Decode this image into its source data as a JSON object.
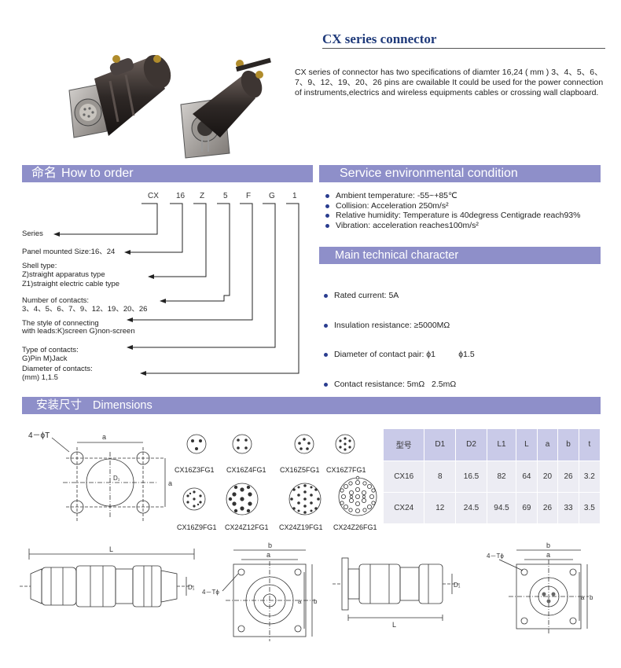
{
  "header": {
    "title": "CX series connector",
    "intro": "CX series of connector has two specifications of diamter 16,24 ( mm ) 3、4、5、6、7、9、12、19、20、26 pins are cwailable  It could be used for the power connection of instruments,electrics and wireless equipments cables or crossing wall clapboard."
  },
  "how_to_order": {
    "band_cn": "命名",
    "band_en": "How to order",
    "code": [
      "CX",
      "16",
      "Z",
      "5",
      "F",
      "G",
      "1"
    ],
    "labels": {
      "series": "Series",
      "panel": "Panel mounted Size:16、24",
      "shell_1": "Shell type:",
      "shell_2": "Z)straight apparatus type",
      "shell_3": "Z1)straight electric cable type",
      "contacts_1": "Number of contacts:",
      "contacts_2": "3、4、5、6、7、9、12、19、20、26",
      "style_1": "The style of connecting",
      "style_2": " with leads:K)screen  G)non-screen",
      "type_1": "Type of contacts:",
      "type_2": " G)Pin  M)Jack",
      "diam_1": "Diameter of contacts:",
      "diam_2": "(mm) 1,1.5"
    }
  },
  "service": {
    "band": "Service environmental condition",
    "items": [
      "Ambient temperature: -55~+85℃",
      "Collision: Acceleration 250m/s²",
      "Relative humidity: Temperature is 40degress Centigrade reach93%",
      "Vibration: acceleration reaches100m/s²"
    ]
  },
  "technical": {
    "band": "Main technical character",
    "items": [
      "Rated current: 5A",
      "Insulation resistance: ≥5000MΩ",
      "Diameter of contact pair: ϕ1          ϕ1.5",
      "Contact resistance: 5mΩ   2.5mΩ"
    ]
  },
  "dimensions": {
    "band_cn": "安装尺寸",
    "band_en": "Dimensions",
    "panel_label": "4－ϕT",
    "label_a": "a",
    "label_d": "D₁",
    "pin_labels_row1": [
      "CX16Z3FG1",
      "CX16Z4FG1",
      "CX16Z5FG1",
      "CX16Z7FG1"
    ],
    "pin_labels_row2": [
      "CX16Z9FG1",
      "CX24Z12FG1",
      "CX24Z19FG1",
      "CX24Z26FG1"
    ],
    "table": {
      "headers": [
        "型号",
        "D1",
        "D2",
        "L1",
        "L",
        "a",
        "b",
        "t"
      ],
      "rows": [
        [
          "CX16",
          "8",
          "16.5",
          "82",
          "64",
          "20",
          "26",
          "3.2"
        ],
        [
          "CX24",
          "12",
          "24.5",
          "94.5",
          "69",
          "26",
          "33",
          "3.5"
        ]
      ]
    },
    "drawing_labels": {
      "L": "L",
      "b": "b",
      "a": "a",
      "T": "4－Tϕ",
      "D1": "D₁"
    }
  },
  "colors": {
    "band": "#8e8fc9",
    "title": "#1f3a7a",
    "table_head": "#c9cae8",
    "table_cell": "#ececf3"
  }
}
